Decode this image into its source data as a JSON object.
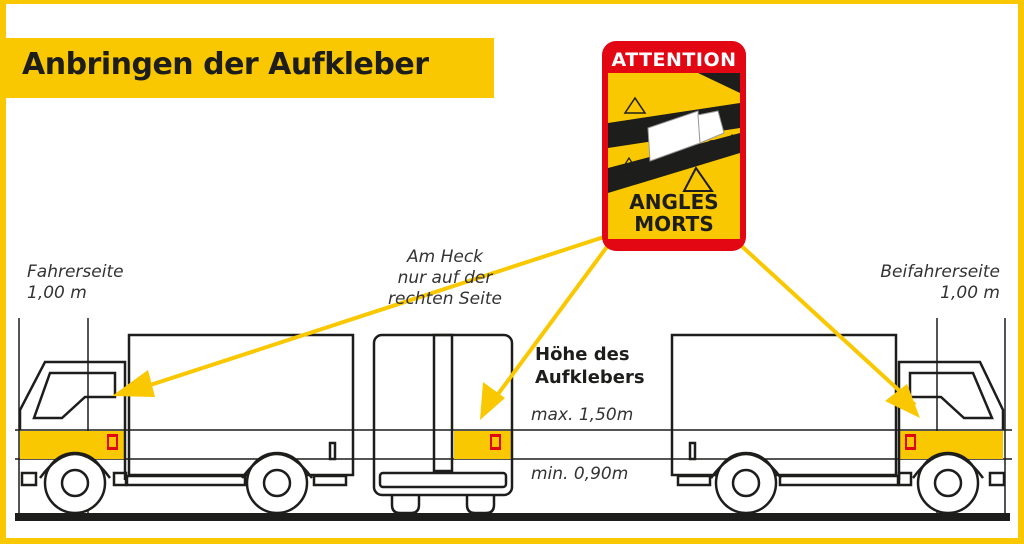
{
  "title": "Anbringen der Aufkleber",
  "sticker": {
    "header": "ATTENTION",
    "line1": "ANGLES",
    "line2": "MORTS",
    "colors": {
      "red": "#e30613",
      "yellow": "#f9c800",
      "black": "#1d1d1b"
    }
  },
  "labels": {
    "driver_side": {
      "line1": "Fahrerseite",
      "line2": "1,00 m"
    },
    "rear": {
      "line1": "Am Heck",
      "line2": "nur auf der",
      "line3": "rechten Seite"
    },
    "passenger_side": {
      "line1": "Beifahrerseite",
      "line2": "1,00 m"
    },
    "height": {
      "line1": "Höhe des",
      "line2": "Aufklebers",
      "max": "max. 1,50m",
      "min": "min. 0,90m"
    }
  },
  "colors": {
    "accent": "#f9c800",
    "line": "#1d1d1b",
    "background": "#ffffff"
  }
}
